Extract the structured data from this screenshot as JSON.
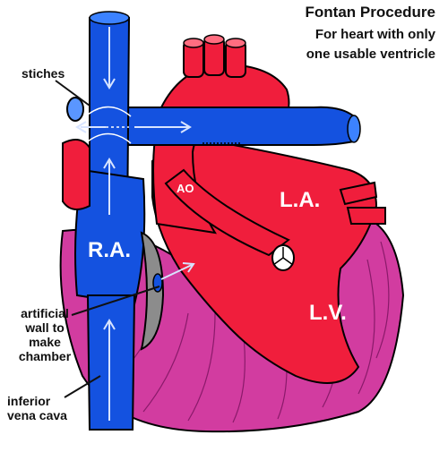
{
  "title": "Fontan Procedure",
  "subtitle_line1": "For heart with only",
  "subtitle_line2": "one usable ventricle",
  "labels": {
    "stitches": "stiches",
    "artificial_wall": "artificial\nwall to\nmake\nchamber",
    "inferior_vena_cava": "inferior\nvena cava",
    "ra": "R.A.",
    "la": "L.A.",
    "lv": "L.V.",
    "ao": "AO"
  },
  "colors": {
    "vein_blue": "#1452e0",
    "artery_red": "#f01e3c",
    "muscle_magenta": "#d23ca0",
    "wall_gray": "#8c8c8c"
  }
}
